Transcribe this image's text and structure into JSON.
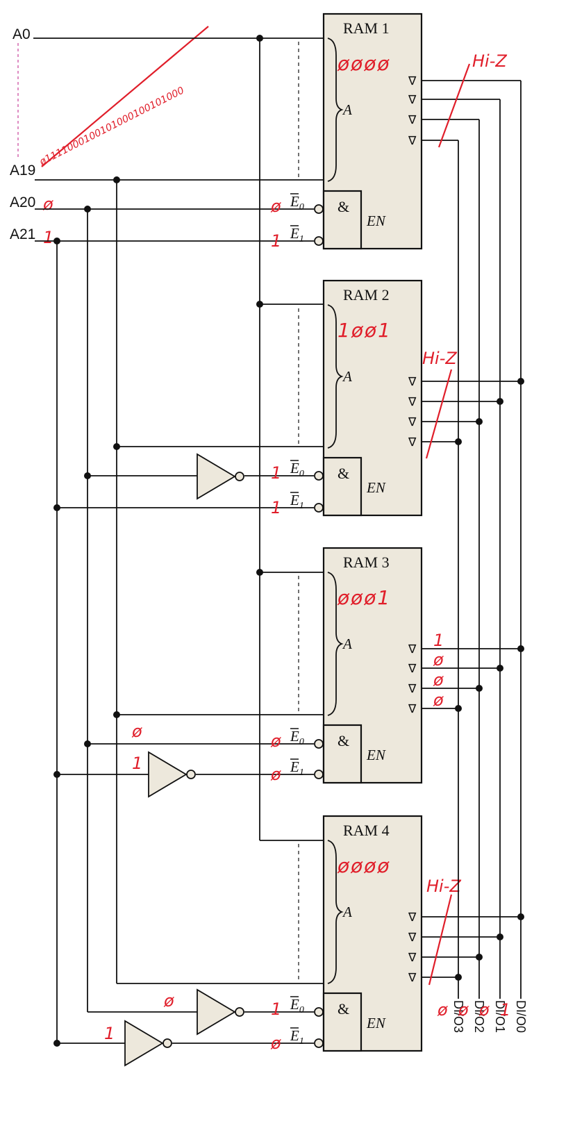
{
  "address_inputs": {
    "a0": "A0",
    "a19": "A19",
    "a20": "A20",
    "a21": "A21",
    "a20_mark": "ø",
    "a21_mark": "1"
  },
  "address_annotation": "ø1111000100101000100101000",
  "rams": [
    {
      "title": "RAM 1",
      "addr_bits": "øøøø",
      "bus_label": "A",
      "en_label": "EN",
      "and_label": "&",
      "e0": "E0",
      "e1": "E1",
      "e0_mark": "ø",
      "e1_mark": "1",
      "output_state": "Hi-Z"
    },
    {
      "title": "RAM 2",
      "addr_bits": "1øø1",
      "bus_label": "A",
      "en_label": "EN",
      "and_label": "&",
      "e0": "E0",
      "e1": "E1",
      "e0_mark": "1",
      "e1_mark": "1",
      "output_state": "Hi-Z"
    },
    {
      "title": "RAM 3",
      "addr_bits": "øøø1",
      "bus_label": "A",
      "en_label": "EN",
      "and_label": "&",
      "e0": "E0",
      "e1": "E1",
      "e0_mark": "ø",
      "e1_mark": "ø",
      "in_mark_a20": "ø",
      "in_mark_a21": "1",
      "output_bits": [
        "1",
        "ø",
        "ø",
        "ø"
      ]
    },
    {
      "title": "RAM 4",
      "addr_bits": "øøøø",
      "bus_label": "A",
      "en_label": "EN",
      "and_label": "&",
      "e0": "E0",
      "e1": "E1",
      "e0_mark": "1",
      "e1_mark": "ø",
      "in_mark_a20": "ø",
      "in_mark_a21": "1",
      "output_state": "Hi-Z"
    }
  ],
  "data_lines": [
    "DI/O3",
    "DI/O2",
    "DI/O1",
    "DI/O0"
  ],
  "data_values": [
    "ø",
    "ø",
    "ø",
    "1"
  ],
  "tristate_symbol": "∇"
}
